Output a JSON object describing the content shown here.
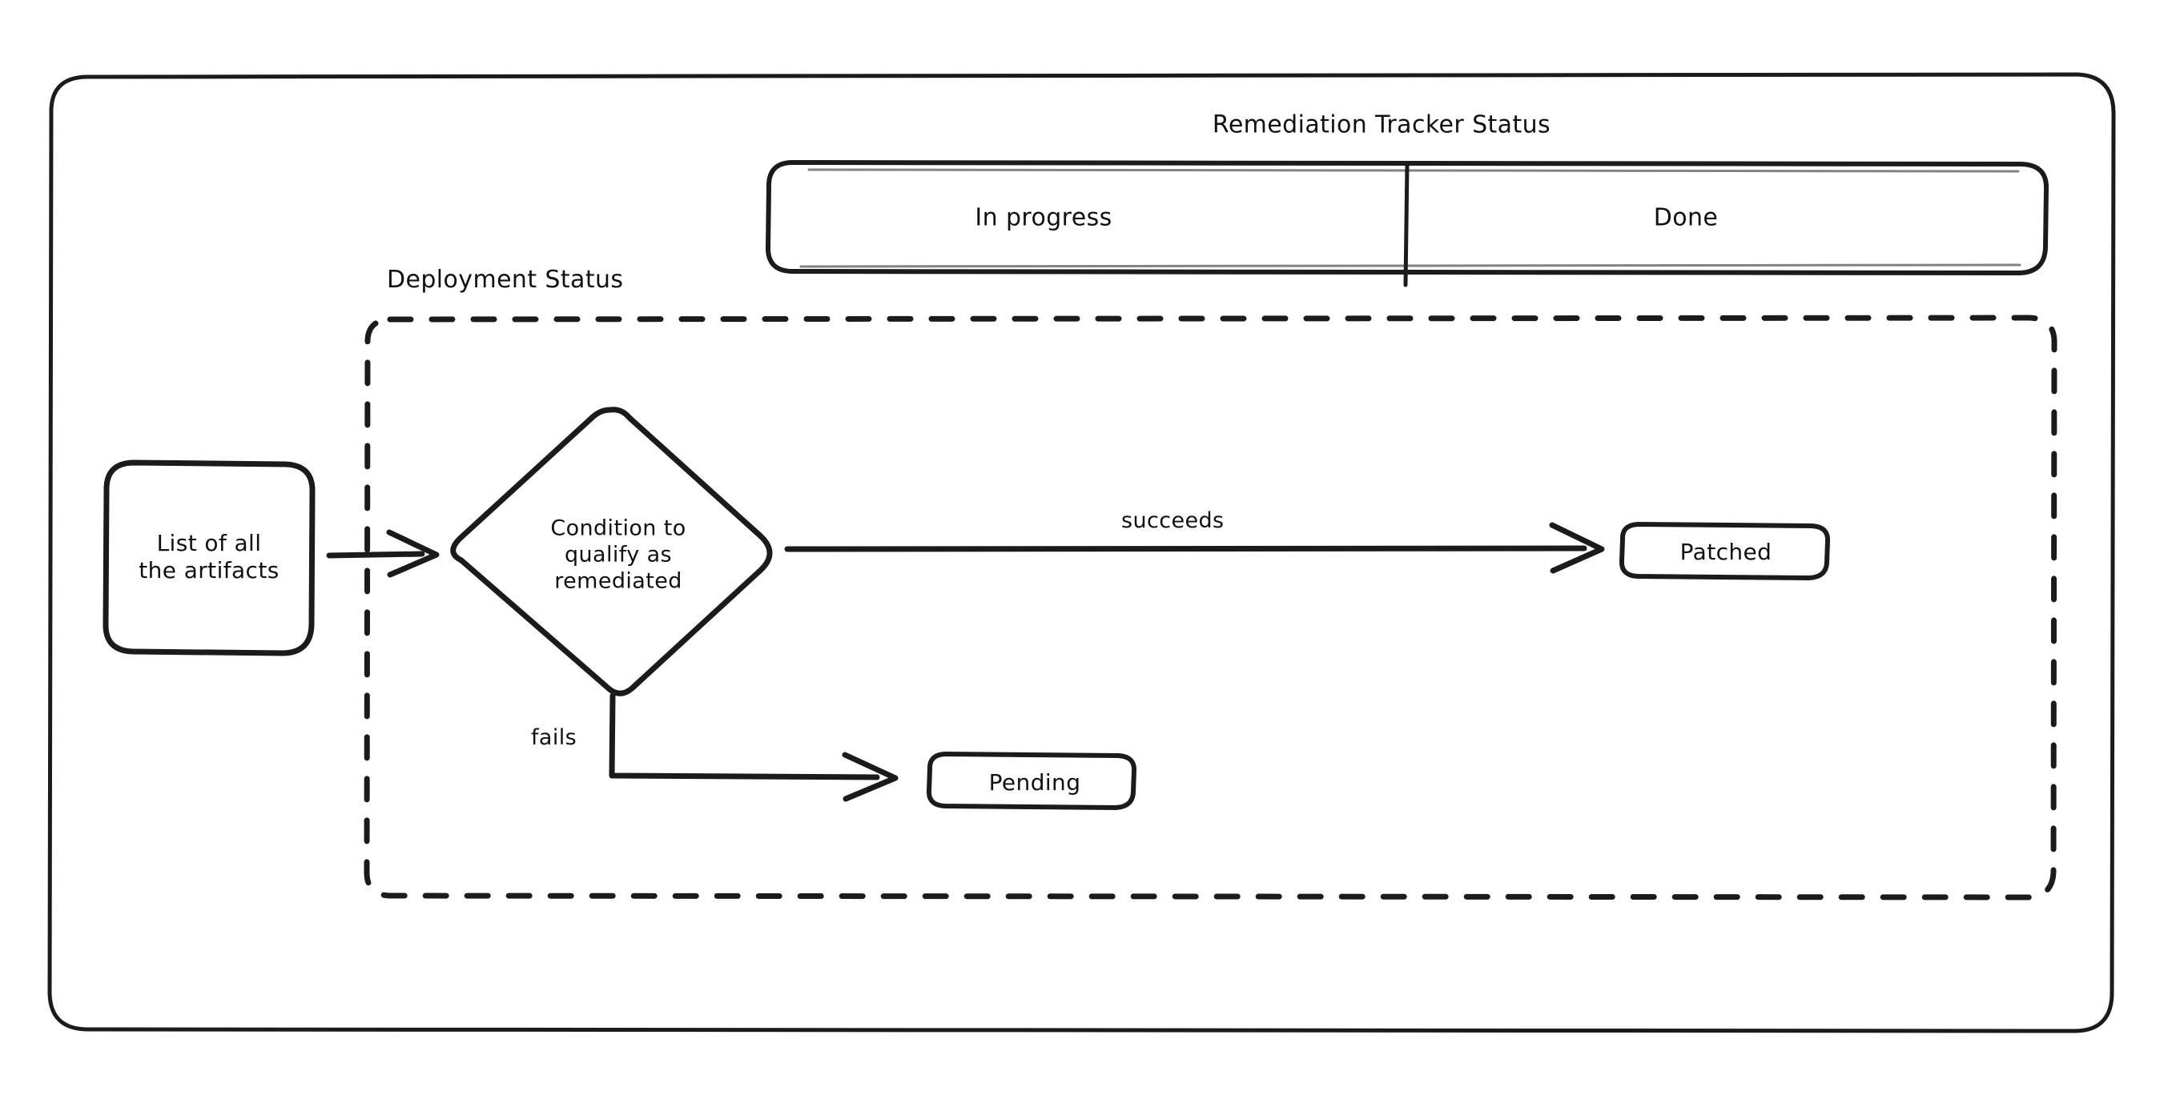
{
  "diagram": {
    "kind": "flowchart",
    "title": "Remediation Tracker Status",
    "background_color": "#ffffff",
    "stroke_color": "#1b1b1b",
    "text_color": "#111111"
  },
  "swimlane": {
    "title": "Remediation Tracker Status",
    "lanes": [
      {
        "label": "In progress"
      },
      {
        "label": "Done"
      }
    ]
  },
  "group": {
    "label": "Deployment Status",
    "style": "dashed"
  },
  "nodes": [
    {
      "id": "artifacts",
      "label": "List of all\nthe artifacts",
      "line1": "List of all",
      "line2": "the artifacts",
      "shape": "rounded-rect"
    },
    {
      "id": "condition",
      "label": "Condition to\nqualify as\nremediated",
      "line1": "Condition to",
      "line2": "qualify as",
      "line3": "remediated",
      "shape": "diamond"
    },
    {
      "id": "patched",
      "label": "Patched",
      "shape": "rounded-rect"
    },
    {
      "id": "pending",
      "label": "Pending",
      "shape": "rounded-rect"
    }
  ],
  "edges": [
    {
      "from": "artifacts",
      "to": "condition",
      "label": ""
    },
    {
      "from": "condition",
      "to": "patched",
      "label": "succeeds"
    },
    {
      "from": "condition",
      "to": "pending",
      "label": "fails"
    }
  ]
}
